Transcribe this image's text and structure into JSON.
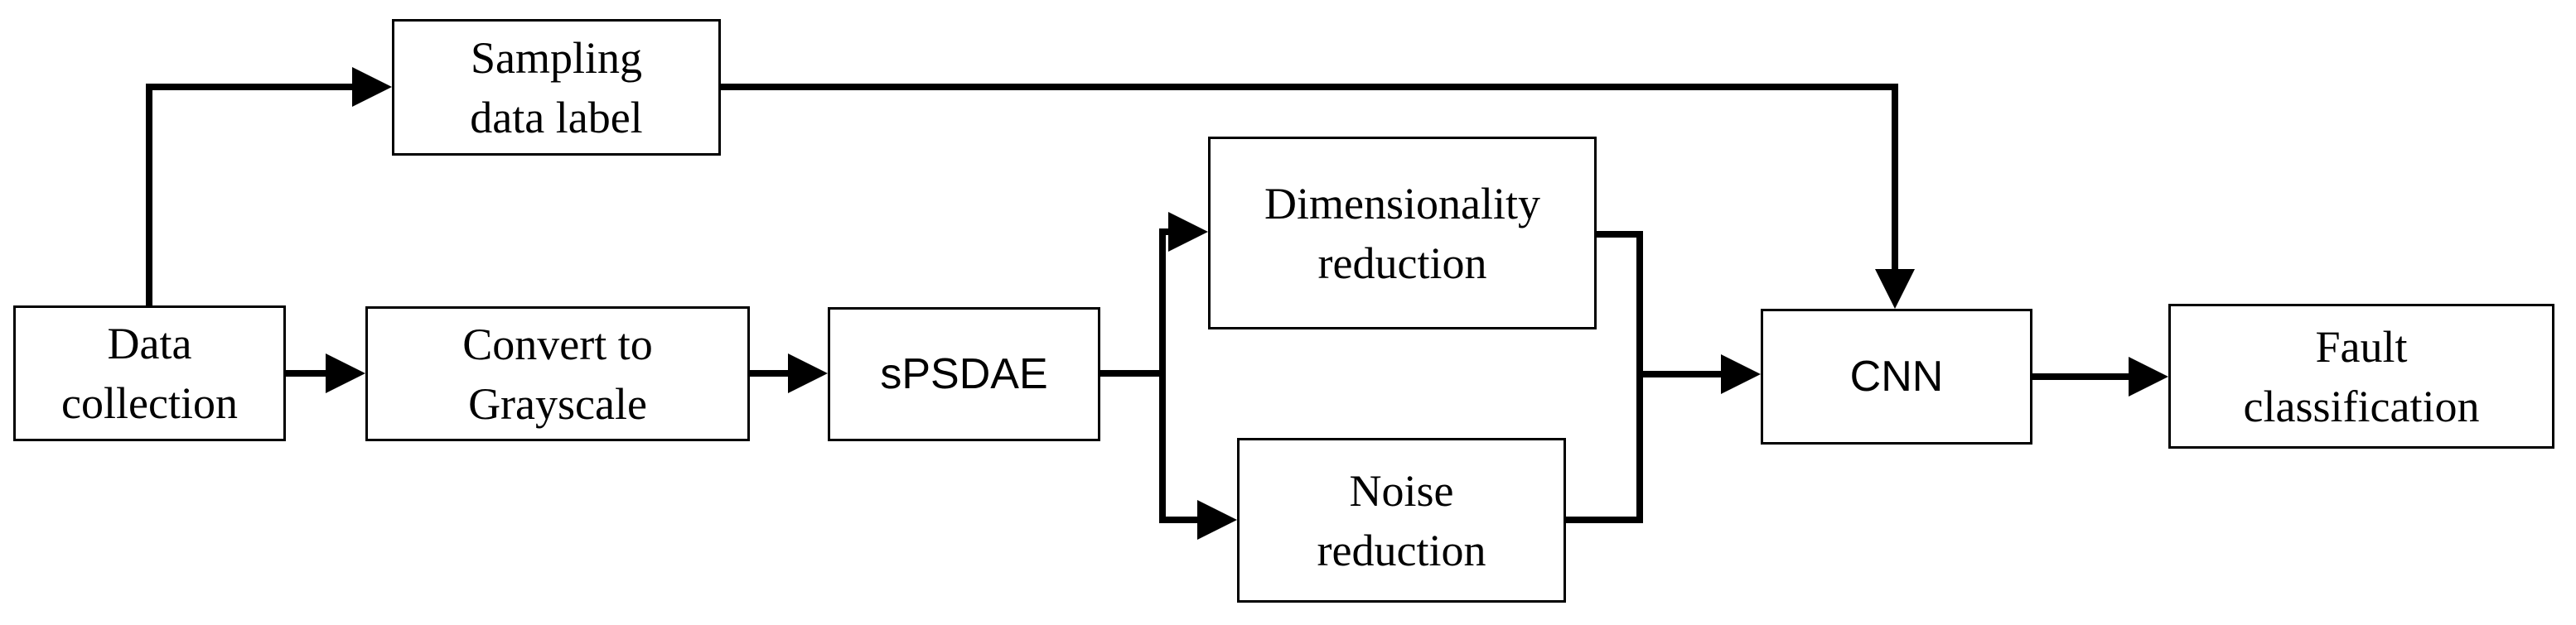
{
  "diagram": {
    "type": "flowchart",
    "direction": "left-to-right",
    "colors": {
      "background": "#ffffff",
      "box_fill": "#ffffff",
      "box_border": "#000000",
      "connector": "#000000",
      "text": "#000000"
    },
    "nodes": {
      "sampling_data_label": {
        "line1": "Sampling",
        "line2": "data label"
      },
      "data_collection": {
        "line1": "Data",
        "line2": "collection"
      },
      "convert_to_grayscale": {
        "line1": "Convert to",
        "line2": "Grayscale"
      },
      "spsdae": {
        "line1": "sPSDAE"
      },
      "dimensionality_reduction": {
        "line1": "Dimensionality",
        "line2": "reduction"
      },
      "noise_reduction": {
        "line1": "Noise",
        "line2": "reduction"
      },
      "cnn": {
        "line1": "CNN"
      },
      "fault_classification": {
        "line1": "Fault",
        "line2": "classification"
      }
    },
    "edges": [
      {
        "from": "Data collection",
        "to": "Sampling data label"
      },
      {
        "from": "Data collection",
        "to": "Convert to Grayscale"
      },
      {
        "from": "Convert to Grayscale",
        "to": "sPSDAE"
      },
      {
        "from": "sPSDAE",
        "to": "Dimensionality reduction"
      },
      {
        "from": "sPSDAE",
        "to": "Noise reduction"
      },
      {
        "from": "Dimensionality reduction",
        "to": "CNN"
      },
      {
        "from": "Noise reduction",
        "to": "CNN"
      },
      {
        "from": "Sampling data label",
        "to": "CNN"
      },
      {
        "from": "CNN",
        "to": "Fault classification"
      }
    ]
  }
}
